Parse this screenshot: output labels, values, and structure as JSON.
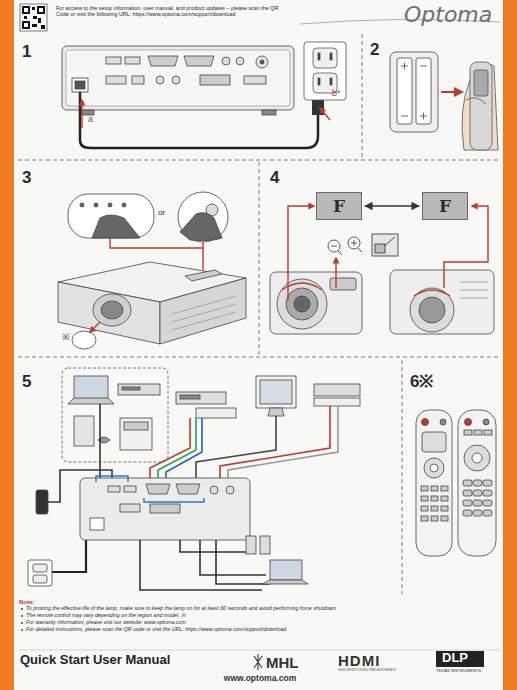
{
  "diagram": {
    "title": "Quick Start User Manual",
    "nodes": [
      {
        "text": [
          "F"
        ]
      },
      {
        "text": [
          "F"
        ]
      }
    ],
    "edges": [
      {
        "from": 0,
        "to": 1,
        "arrow": "both"
      }
    ],
    "labels": [
      "For access to the setup information, user manual, and product updates – please scan the QR Code or visit the following URL: https://www.optoma.com/support/download",
      "Optoma",
      "1",
      "a",
      "b*",
      "2",
      "3",
      "or",
      "※",
      "4",
      "5",
      "6※",
      "Note:",
      "To prolong the effective life of the lamp, make sure to keep the lamp on for at least 60 seconds and avoid performing force shutdown.",
      "The remote control may vary depending on the region and model. ※",
      "For warranty information, please visit our website: www.optoma.com",
      "For detailed instructions, please scan the QR code or visit the URL: https://www.optoma.com/support/download",
      "MHL",
      "HDMI",
      "HIGH-DEFINITION MULTIMEDIA INTERFACE",
      "DLP",
      "TEXAS INSTRUMENTS",
      "www.optoma.com"
    ]
  }
}
